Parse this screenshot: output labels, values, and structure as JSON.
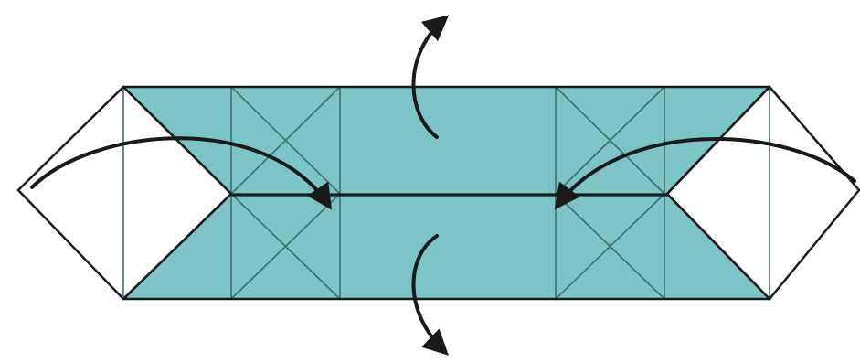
{
  "diagram": {
    "type": "origami-fold-step",
    "colors": {
      "background": "#ffffff",
      "paper_colored": "#7cc4c6",
      "paper_white": "#ffffff",
      "line": "#1a1a1a",
      "crease": "#3d6f70",
      "arrow": "#1a1a1a"
    },
    "arrows": [
      {
        "name": "fold-up-arrow",
        "direction": "up"
      },
      {
        "name": "fold-down-arrow",
        "direction": "down"
      },
      {
        "name": "fold-left-point-in-arrow",
        "direction": "right"
      },
      {
        "name": "fold-right-point-in-arrow",
        "direction": "left"
      }
    ]
  }
}
